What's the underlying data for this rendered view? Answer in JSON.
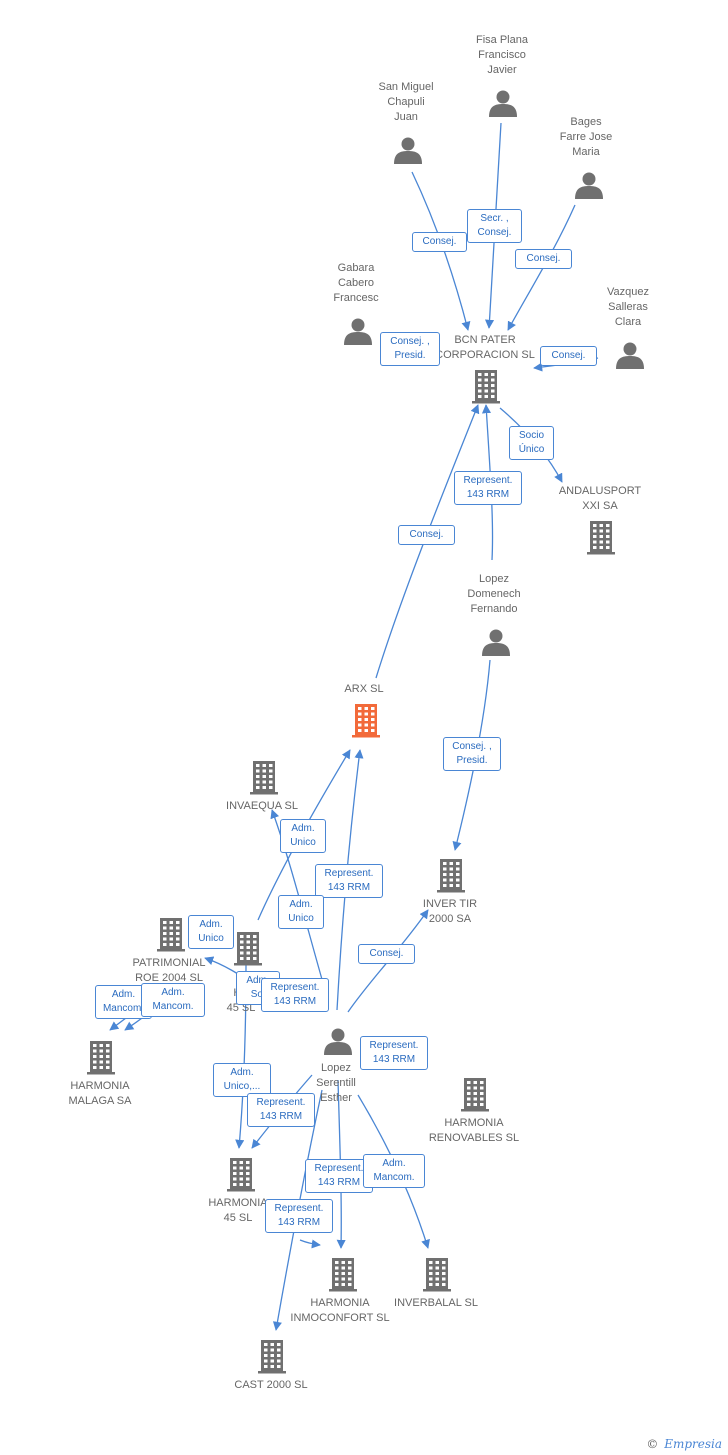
{
  "colors": {
    "edge": "#4a86d4",
    "node": "#707070",
    "focus": "#f26a3a"
  },
  "nodes": {
    "fisa": {
      "label": "Fisa Plana\nFrancisco\nJavier",
      "kind": "person"
    },
    "sanmiguel": {
      "label": "San Miguel\nChapuli\nJuan",
      "kind": "person"
    },
    "bages": {
      "label": "Bages\nFarre Jose\nMaria",
      "kind": "person"
    },
    "gabara": {
      "label": "Gabara\nCabero\nFrancesc",
      "kind": "person"
    },
    "vazquez": {
      "label": "Vazquez\nSalleras\nClara",
      "kind": "person"
    },
    "bcn": {
      "label": "BCN PATER\nCORPORACION SL",
      "kind": "company"
    },
    "andalusport": {
      "label": "ANDALUSPORT\nXXI SA",
      "kind": "company"
    },
    "lopezd": {
      "label": "Lopez\nDomenech\nFernando",
      "kind": "person"
    },
    "arx": {
      "label": "ARX SL",
      "kind": "focus"
    },
    "invaequa": {
      "label": "INVAEQUA SL",
      "kind": "company"
    },
    "invertir": {
      "label": "INVER TIR\n2000 SA",
      "kind": "company"
    },
    "patrimonial": {
      "label": "PATRIMONIAL\nROE 2004 SL",
      "kind": "company"
    },
    "gha": {
      "label": "G\nHA\n45 SL",
      "kind": "company"
    },
    "malaga": {
      "label": "HARMONIA\nMALAGA SA",
      "kind": "company"
    },
    "lopeze": {
      "label": "Lopez\nSerentill\nEsther",
      "kind": "person"
    },
    "renovables": {
      "label": "HARMONIA\nRENOVABLES SL",
      "kind": "company"
    },
    "h45": {
      "label": "HARMONIA\n45 SL",
      "kind": "company"
    },
    "inmoconfort": {
      "label": "HARMONIA\nINMOCONFORT SL",
      "kind": "company"
    },
    "inverbalal": {
      "label": "INVERBALAL SL",
      "kind": "company"
    },
    "cast": {
      "label": "CAST 2000 SL",
      "kind": "company"
    }
  },
  "relations": [
    {
      "id": "r1",
      "text": "Secr. ,\nConsej."
    },
    {
      "id": "r2",
      "text": "Consej."
    },
    {
      "id": "r3",
      "text": "Consej."
    },
    {
      "id": "r4",
      "text": "Consej. ,\nPresid."
    },
    {
      "id": "r5",
      "text": "Consej."
    },
    {
      "id": "r6",
      "text": "Socio\nÚnico"
    },
    {
      "id": "r7",
      "text": "Represent.\n143 RRM"
    },
    {
      "id": "r8",
      "text": "Consej."
    },
    {
      "id": "r9",
      "text": "Consej. ,\nPresid."
    },
    {
      "id": "r10",
      "text": "Adm.\nUnico"
    },
    {
      "id": "r11",
      "text": "Represent.\n143 RRM"
    },
    {
      "id": "r12",
      "text": "Adm.\nUnico"
    },
    {
      "id": "r13",
      "text": "Adm.\nUnico"
    },
    {
      "id": "r14",
      "text": "Consej."
    },
    {
      "id": "r15",
      "text": "Adm.\nSol"
    },
    {
      "id": "r16",
      "text": "Represent.\n143 RRM"
    },
    {
      "id": "r17",
      "text": "Adm.\nMancom."
    },
    {
      "id": "r18",
      "text": "Adm.\nMancom."
    },
    {
      "id": "r19",
      "text": "Represent.\n143 RRM"
    },
    {
      "id": "r20",
      "text": "Adm.\nUnico,..."
    },
    {
      "id": "r21",
      "text": "Represent.\n143 RRM"
    },
    {
      "id": "r22",
      "text": "Represent.\n143 RRM"
    },
    {
      "id": "r23",
      "text": "Adm.\nMancom."
    },
    {
      "id": "r24",
      "text": "Represent.\n143 RRM"
    }
  ],
  "footer": {
    "copyright": "©",
    "brand": "Empresia"
  }
}
